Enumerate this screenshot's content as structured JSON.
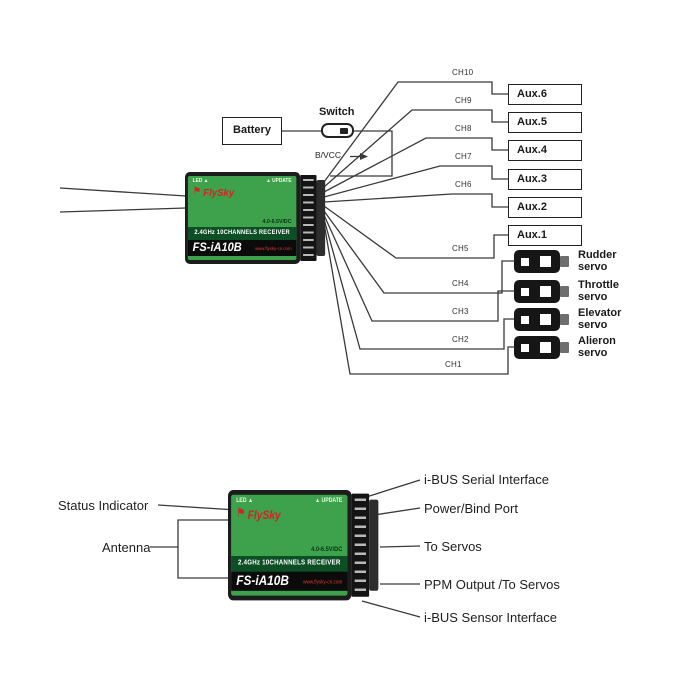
{
  "top": {
    "battery": "Battery",
    "switch": "Switch",
    "bvcc": "B/VCC",
    "channels": [
      "CH10",
      "CH9",
      "CH8",
      "CH7",
      "CH6",
      "CH5",
      "CH4",
      "CH3",
      "CH2",
      "CH1"
    ],
    "aux": [
      "Aux.6",
      "Aux.5",
      "Aux.4",
      "Aux.3",
      "Aux.2",
      "Aux.1"
    ],
    "servos": [
      "Rudder servo",
      "Throttle servo",
      "Elevator servo",
      "Alieron servo"
    ]
  },
  "receiver": {
    "led": "LED",
    "update": "UPDATE",
    "brand": "FlySky",
    "voltage": "4.0-6.5V/DC",
    "band": "2.4GHz 10CHANNELS RECEIVER",
    "model": "FS-iA10B",
    "site": "www.flysky-cn.com"
  },
  "bottom": {
    "status": "Status Indicator",
    "antenna": "Antenna",
    "right": [
      "i-BUS Serial Interface",
      "Power/Bind Port",
      "To Servos",
      "PPM Output /To Servos",
      "i-BUS Sensor Interface"
    ]
  },
  "icons": {
    "indicator": "▲",
    "flag": "⚑"
  },
  "colors": {
    "face_green": "#3da24b",
    "band_green": "#0d4f25",
    "logo_red": "#d62222",
    "wire": "#3a3a3a"
  }
}
